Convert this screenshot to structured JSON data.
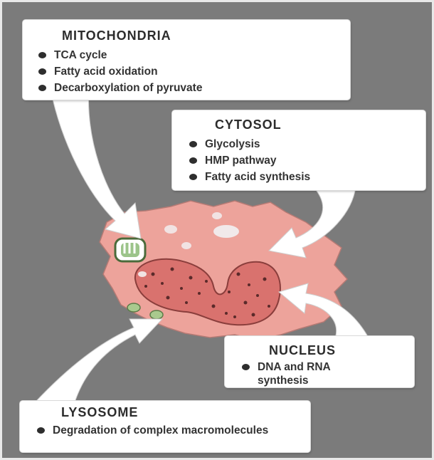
{
  "diagram": {
    "colors": {
      "background": "#7a7a7a",
      "cell": "#eda39b",
      "nucleus": "#d9726e",
      "panel": "#ffffff",
      "text": "#333333"
    },
    "panels": {
      "mitochondria": {
        "title": "MITOCHONDRIA",
        "items": [
          "TCA cycle",
          "Fatty acid oxidation",
          "Decarboxylation of pyruvate"
        ]
      },
      "cytosol": {
        "title": "CYTOSOL",
        "items": [
          "Glycolysis",
          "HMP pathway",
          "Fatty acid synthesis"
        ]
      },
      "nucleus": {
        "title": "NUCLEUS",
        "items": [
          "DNA and RNA synthesis"
        ]
      },
      "lysosome": {
        "title": "LYSOSOME",
        "items": [
          "Degradation of complex macromolecules"
        ]
      }
    }
  }
}
